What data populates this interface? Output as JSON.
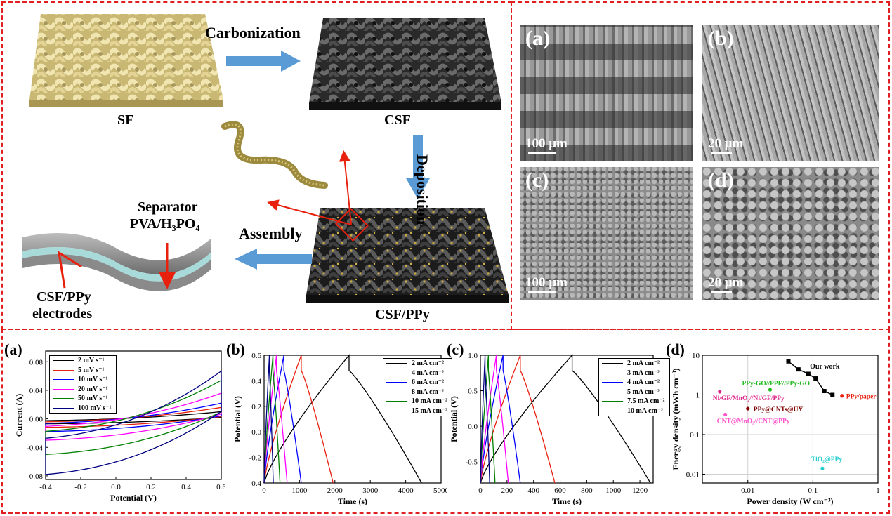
{
  "schematic": {
    "sf_label": "SF",
    "csf_label": "CSF",
    "carbonization_label": "Carbonization",
    "deposition_label": "Deposition",
    "assembly_label": "Assembly",
    "csfppy_label": "CSF/PPy",
    "separator_label": "Separator",
    "separator_material": "PVA/H₃PO₄",
    "electrodes_label_1": "CSF/PPy",
    "electrodes_label_2": "electrodes"
  },
  "sem_images": [
    {
      "label": "(a)",
      "scale": "100 μm"
    },
    {
      "label": "(b)",
      "scale": "20 μm"
    },
    {
      "label": "(c)",
      "scale": "100 μm"
    },
    {
      "label": "(d)",
      "scale": "20 μm"
    }
  ],
  "colors": {
    "frame": "#e02020",
    "arrow_blue": "#5b9bd5",
    "fiber_yellow": "#e2d49a",
    "fiber_dark": "#3a3a3a"
  },
  "chart_data": [
    {
      "type": "line",
      "panel": "(a)",
      "xlabel": "Potential (V)",
      "ylabel": "Current (A)",
      "xlim": [
        -0.4,
        0.6
      ],
      "ylim": [
        -0.085,
        0.095
      ],
      "xticks": [
        -0.4,
        -0.2,
        0.0,
        0.2,
        0.4,
        0.6
      ],
      "yticks": [
        -0.08,
        -0.04,
        0.0,
        0.04,
        0.08
      ],
      "xtick_labels": [
        "-0.4",
        "-0.2",
        "0.0",
        "0.2",
        "0.4",
        "0.6"
      ],
      "ytick_labels": [
        "-0.08",
        "-0.04",
        "0.00",
        "0.04",
        "0.08"
      ],
      "series": [
        {
          "name": "2 mV s⁻¹",
          "color": "#000000",
          "i_pos": 0.01,
          "i_neg": -0.007
        },
        {
          "name": "5 mV s⁻¹",
          "color": "#e8200e",
          "i_pos": 0.016,
          "i_neg": -0.012
        },
        {
          "name": "10 mV s⁻¹",
          "color": "#0000ff",
          "i_pos": 0.022,
          "i_neg": -0.018
        },
        {
          "name": "20 mV s⁻¹",
          "color": "#ff00ff",
          "i_pos": 0.036,
          "i_neg": -0.03
        },
        {
          "name": "50 mV s⁻¹",
          "color": "#008000",
          "i_pos": 0.054,
          "i_neg": -0.05
        },
        {
          "name": "100 mV s⁻¹",
          "color": "#000080",
          "i_pos": 0.067,
          "i_neg": -0.078
        }
      ]
    },
    {
      "type": "line",
      "panel": "(b)",
      "xlabel": "Time (s)",
      "ylabel": "Potential (V)",
      "xlim": [
        0,
        5000
      ],
      "ylim": [
        -0.4,
        0.6
      ],
      "xticks": [
        0,
        1000,
        2000,
        3000,
        4000,
        5000
      ],
      "yticks": [
        -0.4,
        -0.2,
        0.0,
        0.2,
        0.4,
        0.6
      ],
      "xtick_labels": [
        "0",
        "1000",
        "2000",
        "3000",
        "4000",
        "5000"
      ],
      "ytick_labels": [
        "-0.4",
        "-0.2",
        "0.0",
        "0.2",
        "0.4",
        "0.6"
      ],
      "series": [
        {
          "name": "2 mA cm⁻²",
          "color": "#000000",
          "t_peak": 2400,
          "t_end": 4450
        },
        {
          "name": "4 mA cm⁻²",
          "color": "#e8200e",
          "t_peak": 1050,
          "t_end": 1950
        },
        {
          "name": "6 mA cm⁻²",
          "color": "#0000ff",
          "t_peak": 560,
          "t_end": 1050
        },
        {
          "name": "8 mA cm⁻²",
          "color": "#ff00ff",
          "t_peak": 350,
          "t_end": 650
        },
        {
          "name": "10 mA cm⁻²",
          "color": "#008000",
          "t_peak": 250,
          "t_end": 450
        },
        {
          "name": "15 mA cm⁻²",
          "color": "#000080",
          "t_peak": 150,
          "t_end": 260
        }
      ]
    },
    {
      "type": "line",
      "panel": "(c)",
      "xlabel": "Time (s)",
      "ylabel": "Potential (V)",
      "xlim": [
        0,
        1300
      ],
      "ylim": [
        -0.8,
        1.0
      ],
      "xticks": [
        0,
        200,
        400,
        600,
        800,
        1000,
        1200
      ],
      "yticks": [
        -0.5,
        0.0,
        0.5,
        1.0
      ],
      "xtick_labels": [
        "0",
        "200",
        "400",
        "600",
        "800",
        "1000",
        "1200"
      ],
      "ytick_labels": [
        "-0.5",
        "0.0",
        "0.5",
        "1.0"
      ],
      "series": [
        {
          "name": "2 mA cm⁻²",
          "color": "#000000",
          "t_peak": 690,
          "t_end": 1280
        },
        {
          "name": "3 mA cm⁻²",
          "color": "#e8200e",
          "t_peak": 300,
          "t_end": 560
        },
        {
          "name": "4 mA cm⁻²",
          "color": "#0000ff",
          "t_peak": 170,
          "t_end": 300
        },
        {
          "name": "5 mA cm⁻²",
          "color": "#ff00ff",
          "t_peak": 120,
          "t_end": 210
        },
        {
          "name": "7.5 mA cm⁻²",
          "color": "#008000",
          "t_peak": 60,
          "t_end": 110
        },
        {
          "name": "10 mA cm⁻²",
          "color": "#000080",
          "t_peak": 35,
          "t_end": 70
        }
      ]
    },
    {
      "type": "scatter",
      "panel": "(d)",
      "xlabel": "Power density (W cm⁻³)",
      "ylabel": "Energy density (mWh cm⁻³)",
      "xscale": "log",
      "yscale": "log",
      "xlim": [
        0.002,
        1
      ],
      "ylim": [
        0.006,
        10
      ],
      "xticks": [
        0.01,
        0.1,
        1
      ],
      "yticks": [
        0.01,
        0.1,
        1,
        10
      ],
      "xtick_labels": [
        "0.01",
        "0.1",
        "1"
      ],
      "ytick_labels": [
        "0.01",
        "0.1",
        "1",
        "10"
      ],
      "grid": true,
      "our_work": {
        "name": "Our work",
        "color": "#000000",
        "points": [
          [
            0.042,
            7.0
          ],
          [
            0.06,
            4.4
          ],
          [
            0.085,
            3.4
          ],
          [
            0.11,
            2.6
          ],
          [
            0.15,
            1.25
          ],
          [
            0.2,
            1.0
          ]
        ]
      },
      "references": [
        {
          "name": "PPy/paper",
          "x": 0.28,
          "y": 0.95,
          "color": "#e8200e"
        },
        {
          "name": "PPy-GO//PPF//PPy-GO",
          "x": 0.022,
          "y": 1.35,
          "color": "#22bb22"
        },
        {
          "name": "Ni/GF/MnO₂//Ni/GF/PPy",
          "x": 0.0037,
          "y": 1.2,
          "color": "#dd2288"
        },
        {
          "name": "PPy@CNTs@UY",
          "x": 0.01,
          "y": 0.45,
          "color": "#800000"
        },
        {
          "name": "CNT@MnO₂//CNT@PPy",
          "x": 0.0045,
          "y": 0.32,
          "color": "#ff55cc"
        },
        {
          "name": "TiO₂@PPy",
          "x": 0.14,
          "y": 0.014,
          "color": "#22cccc"
        }
      ]
    }
  ]
}
